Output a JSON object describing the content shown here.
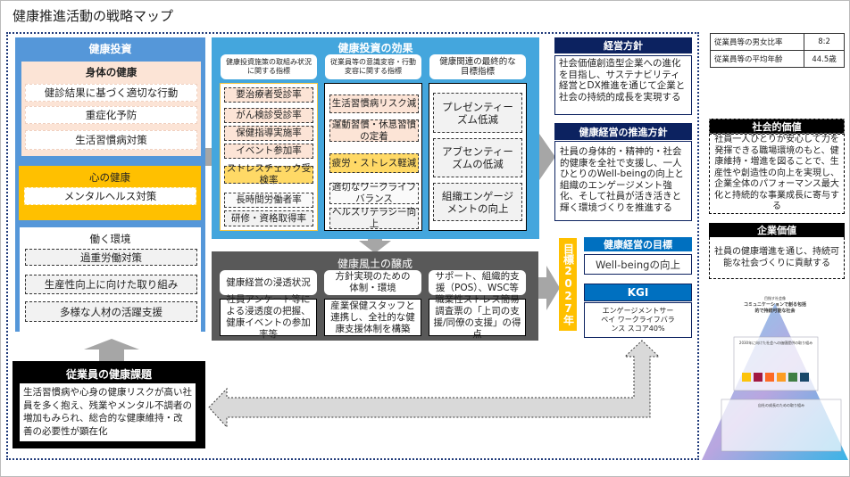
{
  "title": "健康推進活動の戦略マップ",
  "investment": {
    "title": "健康投資",
    "physical": {
      "title": "身体の健康",
      "items": [
        "健診結果に基づく適切な行動",
        "重症化予防",
        "生活習慣病対策"
      ]
    },
    "mental": {
      "title": "心の健康",
      "items": [
        "メンタルヘルス対策"
      ]
    },
    "work": {
      "title": "働く環境",
      "items": [
        "過重労働対策",
        "生産性向上に向けた取り組み",
        "多様な人材の活躍支援"
      ]
    }
  },
  "effect": {
    "title": "健康投資の効果",
    "headers": [
      "健康投資施策の取組み状況に関する指標",
      "従業員等の意識変容・行動変容に関する指標",
      "健康関連の最終的な目標指標"
    ],
    "col1": [
      "要治療者受診率",
      "がん検診受診率",
      "保健指導実施率",
      "イベント参加率",
      "ストレスチェック受検率",
      "長時間労働者率",
      "研修・資格取得率"
    ],
    "col2": [
      "生活習慣病リスク減",
      "運動習慣・休息習慣の定着",
      "疲労・ストレス軽減",
      "適切なワークライフバランス",
      "ヘルスリテラシー向上"
    ],
    "col3": [
      "プレゼンティーズム低減",
      "アブセンティーズムの低減",
      "組織エンゲージメントの向上"
    ]
  },
  "culture": {
    "title": "健康風土の醸成",
    "headers": [
      "健康経営の浸透状況",
      "方針実現のための体制・環境",
      "サポート、組織的支援（POS）、WSC等"
    ],
    "texts": [
      "社員アンケート等による浸透度の把握、健康イベントの参加率等",
      "産業保健スタッフと連携し、全社的な健康支援体制を構築",
      "職業性ストレス簡易調査票の「上司の支援/同僚の支援」の得点"
    ]
  },
  "policy": {
    "title": "経営方針",
    "text": "社会価値創造型企業への進化を目指し、サステナビリティ経営とDX推進を通じて企業と社会の持続的成長を実現する"
  },
  "promotion": {
    "title": "健康経営の推進方針",
    "text": "社員の身体的・精神的・社会的健康を全社で支援し、一人ひとりのWell-beingの向上と組織のエンゲージメント強化、そして社員が活き活きと輝く環境づくりを推進する"
  },
  "goal_year": "目標2027年",
  "goal": {
    "title": "健康経営の目標",
    "text": "Well-beingの向上"
  },
  "kgi": {
    "title": "KGI",
    "text": "エンゲージメントサーベイ ワークライフバランス スコア40%"
  },
  "issue": {
    "title": "従業員の健康課題",
    "text": "生活習慣病や心身の健康リスクが高い社員を多く抱え、残業やメンタル不調者の増加もみられ、総合的な健康維持・改善の必要性が顕在化"
  },
  "stats": [
    {
      "label": "従業員等の男女比率",
      "value": "8:2"
    },
    {
      "label": "従業員等の平均年齢",
      "value": "44.5歳"
    }
  ],
  "social": {
    "title": "社会的価値",
    "text": "社員一人ひとりが安心して力を発揮できる職場環境のもと、健康維持・増進を図ることで、生産性や創造性の向上を実現し、企業全体のパフォーマンス最大化と持続的な事業成長に寄与する"
  },
  "corporate": {
    "title": "企業価値",
    "text": "社員の健康増進を通じ、持続可能な社会づくりに貢献する"
  },
  "pyramid": {
    "top_small": "目指す社会像",
    "top": "コミュニケーションで創る包括的で持続可能な社会",
    "mid": "2030年に向けた社会への価値提供の取り組み",
    "bottom": "自社の成長のための取り組み"
  },
  "colors": {
    "navy": "#0c2260",
    "blue": "#0070c0",
    "yellow": "#ffc000",
    "dark": "#595959"
  }
}
